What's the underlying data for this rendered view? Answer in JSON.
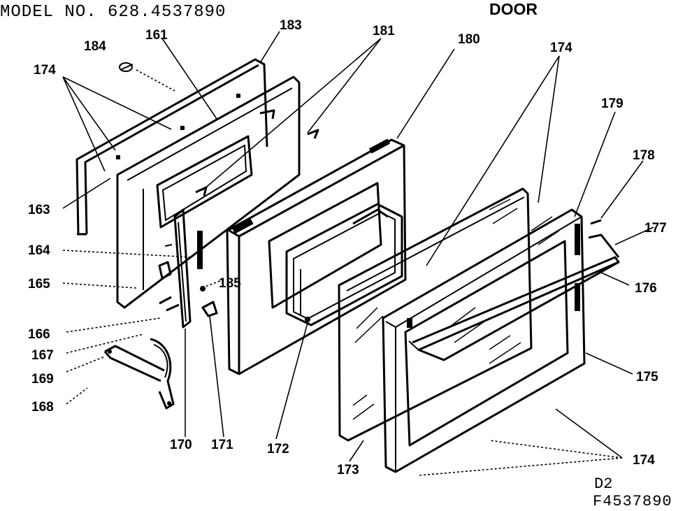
{
  "header": {
    "model_label": "MODEL NO. 628.4537890",
    "section_title": "DOOR"
  },
  "footer": {
    "page_code": "D2",
    "figure_code": "F4537890"
  },
  "callouts": {
    "c184": "184",
    "c161": "161",
    "c183": "183",
    "c181": "181",
    "c180": "180",
    "c174_top_left": "174",
    "c174_top_right": "174",
    "c174_bottom": "174",
    "c179": "179",
    "c178": "178",
    "c177": "177",
    "c176": "176",
    "c175": "175",
    "c163": "163",
    "c164": "164",
    "c165": "165",
    "c185": "185",
    "c166": "166",
    "c167": "167",
    "c169": "169",
    "c168": "168",
    "c170": "170",
    "c171": "171",
    "c172": "172",
    "c173": "173"
  }
}
